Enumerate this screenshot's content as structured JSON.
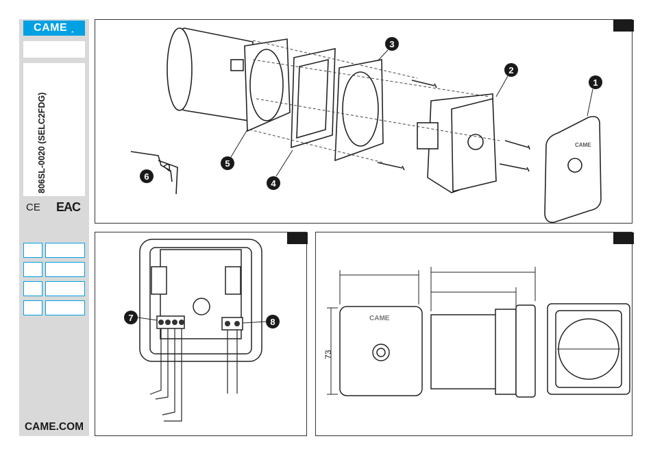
{
  "sidebar": {
    "brand": "CAME",
    "product_code": "806SL-0020 (SELC2FDG)",
    "certifications": [
      "CE",
      "EAC"
    ],
    "website": "CAME.COM"
  },
  "exploded_view": {
    "callouts": [
      "1",
      "2",
      "3",
      "4",
      "5",
      "6"
    ],
    "cover_logo": "CAME"
  },
  "wiring_view": {
    "callouts": [
      "7",
      "8"
    ]
  },
  "dimension_view": {
    "height_label": "73",
    "front_logo": "CAME"
  },
  "colors": {
    "brand_blue": "#00a0e3",
    "sidebar_gray": "#d9d9d9",
    "tag_black": "#1a1a1a"
  }
}
